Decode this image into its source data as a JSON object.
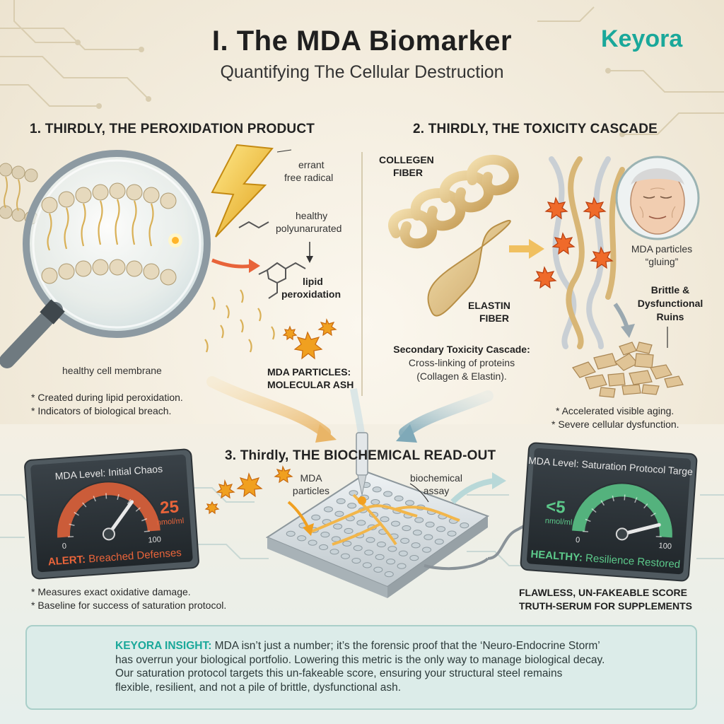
{
  "header": {
    "title": "I. The MDA Biomarker",
    "subtitle": "Quantifying The Cellular Destruction",
    "brand": "Keyora"
  },
  "section1": {
    "heading": "1. THIRDLY, THE PEROXIDATION PRODUCT",
    "errant_label_1": "errant",
    "errant_label_2": "free radical",
    "healthy_label_1": "healthy",
    "healthy_label_2": "polyunarurated",
    "lipid_label_1": "lipid",
    "lipid_label_2": "peroxidation",
    "membrane_label": "healthy cell membrane",
    "mda_label_1": "MDA PARTICLES:",
    "mda_label_2": "MOLECULAR ASH",
    "bullets": [
      "* Created during lipid peroxidation.",
      "* Indicators of biological breach."
    ]
  },
  "section2": {
    "heading": "2. THIRDLY, THE TOXICITY CASCADE",
    "collagen_1": "COLLEGEN",
    "collagen_2": "FIBER",
    "elastin_1": "ELASTIN",
    "elastin_2": "FIBER",
    "gluing_1": "MDA particles",
    "gluing_2": "“gluing”",
    "ruins_1": "Brittle &",
    "ruins_2": "Dysfunctional",
    "ruins_3": "Ruins",
    "cascade_title": "Secondary Toxicity Cascade:",
    "cascade_desc_1": "Cross-linking of proteins",
    "cascade_desc_2": "(Collagen & Elastin).",
    "bullets": [
      "* Accelerated visible aging.",
      "* Severe cellular dysfunction."
    ]
  },
  "section3": {
    "heading": "3. Thirdly, THE BIOCHEMICAL READ-OUT",
    "particles_1": "MDA",
    "particles_2": "particles",
    "assay_1": "biochemical",
    "assay_2": "assay",
    "bullets": [
      "* Measures exact oxidative damage.",
      "* Baseline for success of saturation protocol."
    ],
    "score_1": "FLAWLESS, UN-FAKEABLE SCORE",
    "score_2": "TRUTH-SERUM FOR SUPPLEMENTS"
  },
  "gauge_left": {
    "title": "MDA Level: Initial Chaos",
    "value": "25",
    "unit": "nmol/ml",
    "min": "0",
    "max": "100",
    "status_key": "ALERT:",
    "status_text": "Breached Defenses",
    "reading": 25,
    "color": "#e8643a"
  },
  "gauge_right": {
    "title": "MDA Level: Saturation Protocol Target",
    "value": "<5",
    "unit": "nmol/ml",
    "min": "0",
    "max": "100",
    "status_key": "HEALTHY:",
    "status_text": "Resilience Restored",
    "reading": 5,
    "color": "#5cc98a"
  },
  "insight": {
    "label": "KEYORA INSIGHT:",
    "line_1": "MDA isn’t just a number; it’s the forensic proof that the ‘Neuro-Endocrine Storm’",
    "line_2": "has overrun your biological portfolio. Lowering this metric is the only way to manage biological decay.",
    "line_3": "Our saturation protocol targets this un-fakeable score, ensuring your structural steel remains",
    "line_4": "flexible, resilient, and not a pile of brittle, dysfunctional ash."
  },
  "colors": {
    "accent": "#1aa89a",
    "alert": "#e8643a",
    "healthy": "#5cc98a",
    "particle": "#f0a020"
  }
}
